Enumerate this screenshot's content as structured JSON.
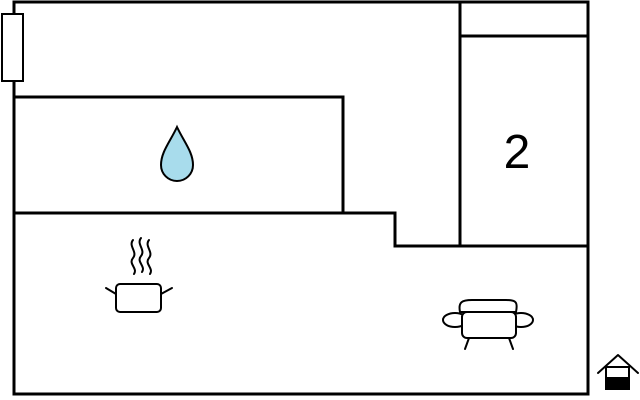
{
  "floorplan": {
    "rooms": [
      {
        "id": "bathroom",
        "icon": "water-drop-icon",
        "color": "#a8dcec"
      },
      {
        "id": "bedroom-2",
        "number": "2"
      },
      {
        "id": "kitchen-living",
        "icons": [
          "cooking-pot-icon",
          "sofa-icon"
        ]
      }
    ],
    "entrance": {
      "icon": "house-entrance-icon"
    },
    "colors": {
      "wall": "#000000",
      "background": "#ffffff",
      "water": "#a8dcec"
    }
  }
}
